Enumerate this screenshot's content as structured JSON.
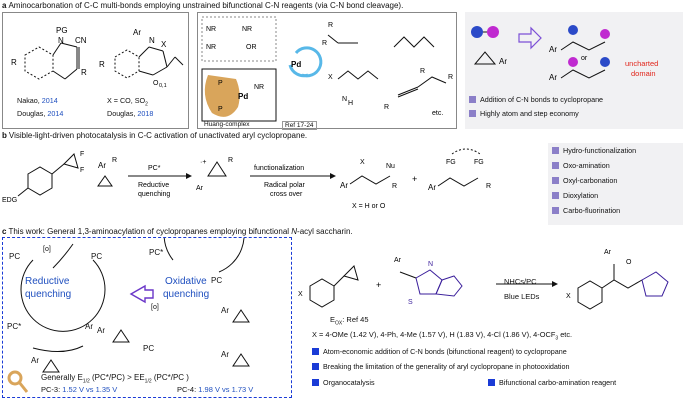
{
  "panel_a": {
    "letter": "a",
    "title": "Aminocarbonation of C-C multi-bonds employing unstrained bifunctional C-N reagents (via C-N bond cleavage).",
    "refs": [
      {
        "author": "Nakao, ",
        "year": "2014"
      },
      {
        "author": "Douglas, ",
        "year": "2014"
      },
      {
        "author": "Douglas, ",
        "year": "2018"
      }
    ],
    "x_def": "X = CO, SO",
    "x_def_sub": "2",
    "atom_labels": {
      "pg": "PG",
      "n": "N",
      "cn": "CN",
      "r": "R",
      "ar": "Ar",
      "x": "X",
      "o": "O",
      "sub": "0,1",
      "nr2": "NR",
      "or": "OR",
      "pd": "Pd",
      "p": "P",
      "r1": "R",
      "r2": "R",
      "r3": "R",
      "h": "H",
      "etc": "etc."
    },
    "huang": "Huang-complex",
    "ref_range": "Ref 17-24",
    "uncharted": "uncharted",
    "domain": "domain",
    "or_text": "or",
    "bullets": [
      "Addition of C-N bonds to cyclopropane",
      "Highly atom and step economy"
    ]
  },
  "panel_b": {
    "letter": "b",
    "title": "Visible-light-driven photocatalysis in C-C activation of unactivated aryl cyclopropane.",
    "edg": "EDG",
    "f": "F",
    "pc_star": "PC*",
    "reductive": "Reductive",
    "quenching": "quenching",
    "functionalization": "functionalization",
    "radical": "Radical polar",
    "cross": "cross over",
    "x_eq": "X = H or O",
    "nu": "Nu",
    "fg1": "FG",
    "fg2": "FG",
    "plus": "+",
    "list": [
      "Hydro-functionalization",
      "Oxo-amination",
      "Oxyl-carbonation",
      "Dioxylation",
      "Carbo-fluorination"
    ]
  },
  "panel_c": {
    "letter": "c",
    "title_pre": "This work: General 1,3-aminoacylation of cyclopropanes employing bifunctional ",
    "title_it": "N",
    "title_post": "-acyl saccharin.",
    "reductive1": "Reductive",
    "reductive2": "quenching",
    "oxidative1": "Oxidative",
    "oxidative2": "quenching",
    "pc": "PC",
    "pcm": "PC",
    "pcs": "PC*",
    "pcp": "PC",
    "o": "[o]",
    "ar": "Ar",
    "generally": "Generally E",
    "gen_rest": " (PC*/PC) > E",
    "gen_rest2": " (PC*/PC )",
    "half": "1/2",
    "pc3": "PC-3: ",
    "pc3v": "1.52 V vs 1.35 V",
    "pc4": "PC-4: ",
    "pc4v": "1.98 V vs 1.73 V",
    "eox": "E",
    "eox_sub": "OX",
    "eox_ref": ": Ref 45",
    "cond1": "NHCs/PC",
    "cond2": "Blue LEDs",
    "xlist": "X = 4-OMe (1.42 V), 4-Ph, 4-Me (1.57 V),  H (1.83 V), 4-Cl (1.86 V), 4-OCF",
    "xlist_sub": "3",
    "xlist_end": " etc.",
    "bullets": [
      "Atom-economic addition of  C-N bonds (bifunctional reagent) to cyclopropane",
      "Breaking the limitation of the generality of aryl cyclopropane in photooxidation",
      "Organocatalysis",
      "Bifunctional carbo-amination reagent"
    ]
  },
  "colors": {
    "blue": "#1f4fbf",
    "purple": "#3a1e9b",
    "red": "#e1261c",
    "bullet": "#8b7fc8",
    "bullet_c": "#1a3bd6",
    "tan": "#d9a55b"
  }
}
